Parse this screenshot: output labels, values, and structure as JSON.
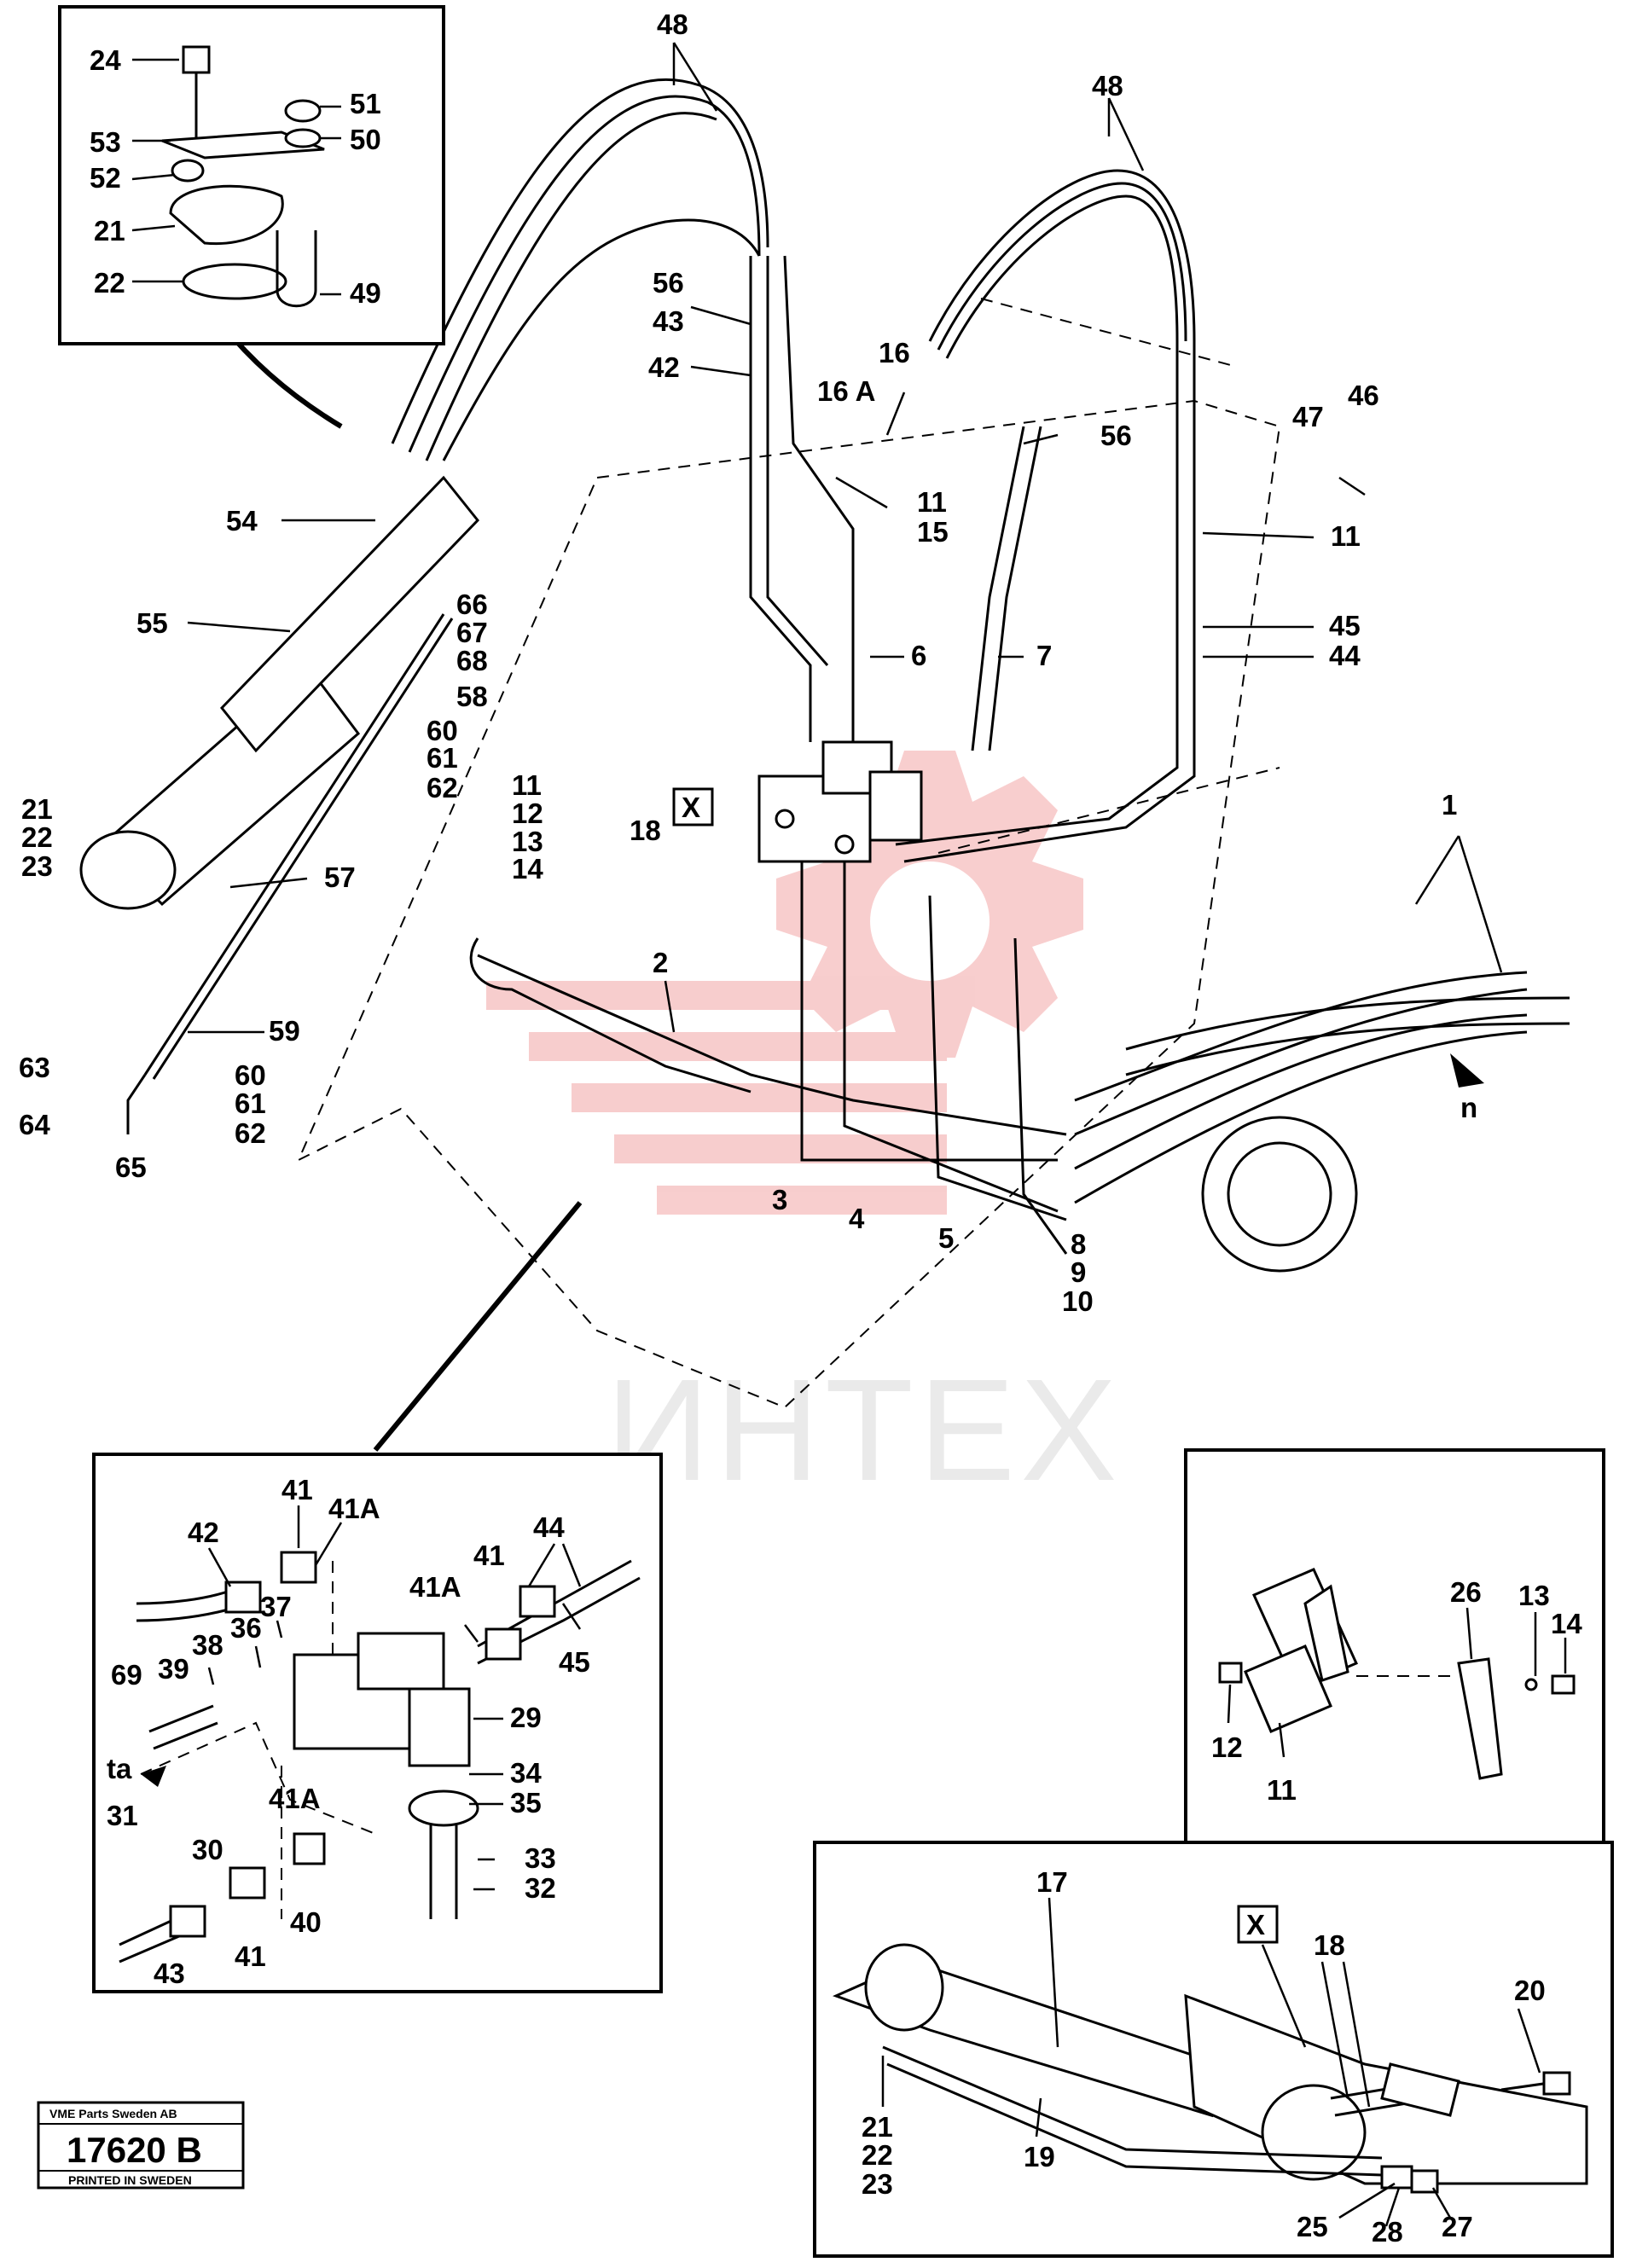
{
  "watermark": {
    "text": "ИНТЕХ",
    "color": "#f2a5a5"
  },
  "title_block": {
    "company": "VME Parts Sweden AB",
    "drawing_number": "17620 B",
    "printed": "PRINTED IN SWEDEN"
  },
  "main_labels": {
    "l48a": "48",
    "l48b": "48",
    "l56a": "56",
    "l43": "43",
    "l42": "42",
    "l16": "16",
    "l16a": "16 A",
    "l11a": "11",
    "l15": "15",
    "l56b": "56",
    "l47": "47",
    "l46": "46",
    "l11b": "11",
    "l54": "54",
    "l55": "55",
    "l66": "66",
    "l67": "67",
    "l68": "68",
    "l58": "58",
    "l60a": "60",
    "l61a": "61",
    "l62a": "62",
    "l6": "6",
    "l7": "7",
    "l45": "45",
    "l44": "44",
    "l11c": "11",
    "l12": "12",
    "l13": "13",
    "l14": "14",
    "l18": "18",
    "x": "X",
    "l21": "21",
    "l22": "22",
    "l23": "23",
    "l57": "57",
    "l1": "1",
    "l2": "2",
    "l59": "59",
    "l63": "63",
    "l64": "64",
    "l65": "65",
    "l60b": "60",
    "l61b": "61",
    "l62b": "62",
    "l3": "3",
    "l4": "4",
    "l5": "5",
    "l8": "8",
    "l9": "9",
    "l10": "10",
    "n": "n"
  },
  "inset_top_left": {
    "l24": "24",
    "l51": "51",
    "l53": "53",
    "l50": "50",
    "l52": "52",
    "l21": "21",
    "l22": "22",
    "l49": "49"
  },
  "inset_valve": {
    "l41a": "41",
    "l41A_a": "41A",
    "l42": "42",
    "l37": "37",
    "l36": "36",
    "l38": "38",
    "l39": "39",
    "l69": "69",
    "ta": "ta",
    "l41b": "41",
    "l41A_b": "41A",
    "l44": "44",
    "l45": "45",
    "l29": "29",
    "l34": "34",
    "l35": "35",
    "l41A_c": "41A",
    "l31": "31",
    "l30": "30",
    "l33": "33",
    "l32": "32",
    "l40": "40",
    "l41c": "41",
    "l43": "43"
  },
  "inset_clamp": {
    "l26": "26",
    "l13": "13",
    "l14": "14",
    "l12": "12",
    "l11": "11"
  },
  "inset_cylinder": {
    "l17": "17",
    "x": "X",
    "l18": "18",
    "l20": "20",
    "l21": "21",
    "l22": "22",
    "l23": "23",
    "l19": "19",
    "l25": "25",
    "l28": "28",
    "l27": "27"
  }
}
